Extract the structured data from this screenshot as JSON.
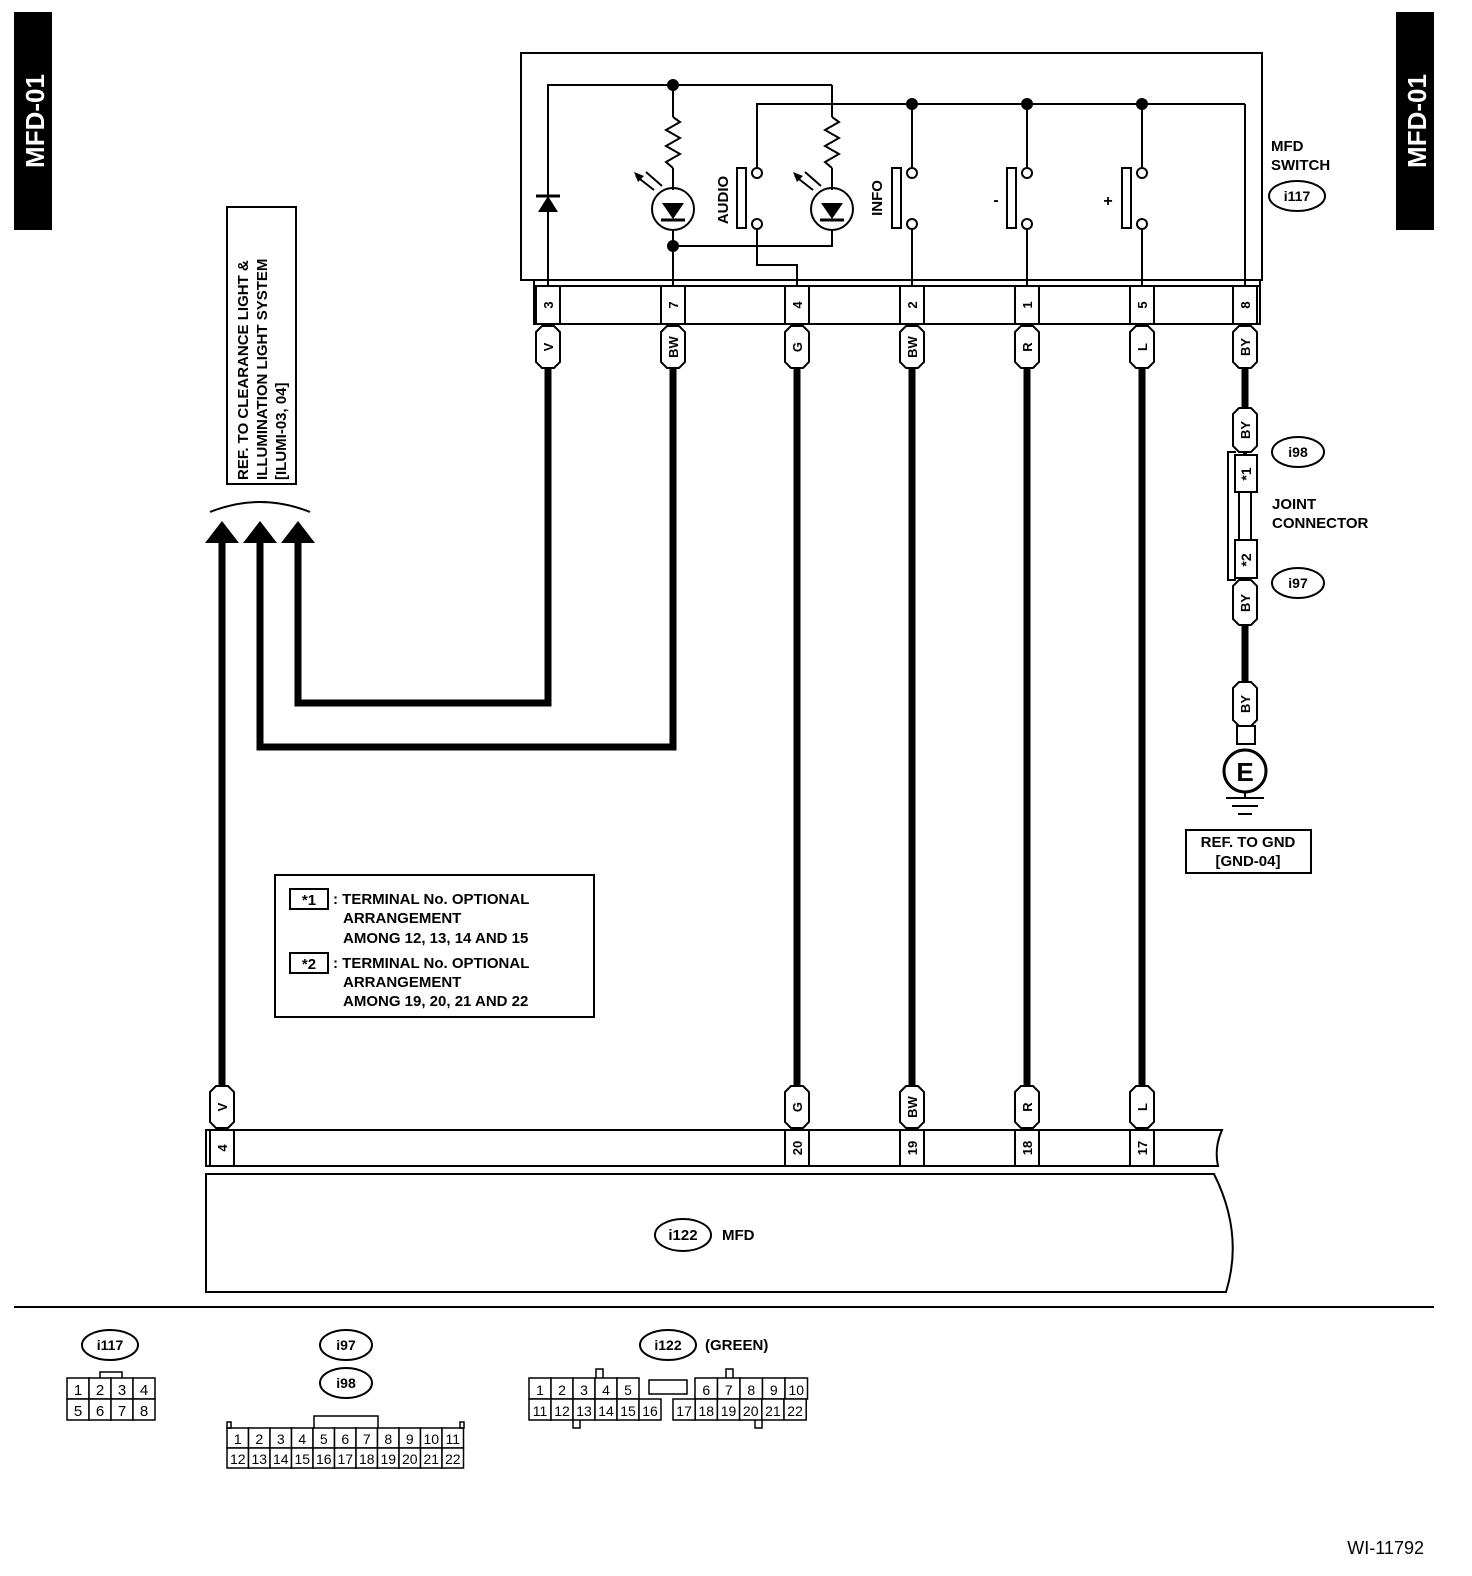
{
  "side_tabs": {
    "left": "MFD-01",
    "right": "MFD-01"
  },
  "colors": {
    "ink": "#000000",
    "paper": "#ffffff"
  },
  "mfd_switch": {
    "title_line1": "MFD",
    "title_line2": "SWITCH",
    "connector": "i117",
    "switch_labels": {
      "audio": "AUDIO",
      "info": "INFO",
      "minus": "-",
      "plus": "+"
    },
    "pins": [
      "3",
      "7",
      "4",
      "2",
      "1",
      "5",
      "8"
    ],
    "wire_colors": [
      "V",
      "BW",
      "G",
      "BW",
      "R",
      "L",
      "BY"
    ]
  },
  "reference_illum": {
    "line1": "REF. TO CLEARANCE LIGHT &",
    "line2": "ILLUMINATION LIGHT SYSTEM",
    "line3": "[ILUMI-03, 04]"
  },
  "joint_connector": {
    "label_line1": "JOINT",
    "label_line2": "CONNECTOR",
    "upper_connector": "i98",
    "lower_connector": "i97",
    "upper_wire": "BY",
    "lower_wire": "BY",
    "ground_wire": "BY",
    "upper_terminal": "*1",
    "lower_terminal": "*2"
  },
  "ground": {
    "symbol": "E",
    "ref_line1": "REF. TO GND",
    "ref_line2": "[GND-04]"
  },
  "notes": [
    {
      "mark": "*1",
      "line1": ": TERMINAL No. OPTIONAL",
      "line2": "ARRANGEMENT",
      "line3": "AMONG 12, 13, 14 AND 15"
    },
    {
      "mark": "*2",
      "line1": ": TERMINAL No. OPTIONAL",
      "line2": "ARRANGEMENT",
      "line3": "AMONG 19, 20, 21 AND 22"
    }
  ],
  "mfd_unit": {
    "connector": "i122",
    "name": "MFD",
    "pins": [
      "4",
      "20",
      "19",
      "18",
      "17"
    ],
    "wire_colors": [
      "V",
      "G",
      "BW",
      "R",
      "L"
    ]
  },
  "connector_views": {
    "i117": {
      "id": "i117",
      "row1": [
        "1",
        "2",
        "3",
        "4"
      ],
      "row2": [
        "5",
        "6",
        "7",
        "8"
      ]
    },
    "i97_i98": {
      "id1": "i97",
      "id2": "i98",
      "row1": [
        "1",
        "2",
        "3",
        "4",
        "5",
        "6",
        "7",
        "8",
        "9",
        "10",
        "11"
      ],
      "row2": [
        "12",
        "13",
        "14",
        "15",
        "16",
        "17",
        "18",
        "19",
        "20",
        "21",
        "22"
      ]
    },
    "i122": {
      "id": "i122",
      "note": "(GREEN)",
      "row1": [
        "1",
        "2",
        "3",
        "4",
        "5",
        "6",
        "7",
        "8",
        "9",
        "10"
      ],
      "row2": [
        "11",
        "12",
        "13",
        "14",
        "15",
        "16",
        "17",
        "18",
        "19",
        "20",
        "21",
        "22"
      ]
    }
  },
  "figure_id": "WI-11792"
}
